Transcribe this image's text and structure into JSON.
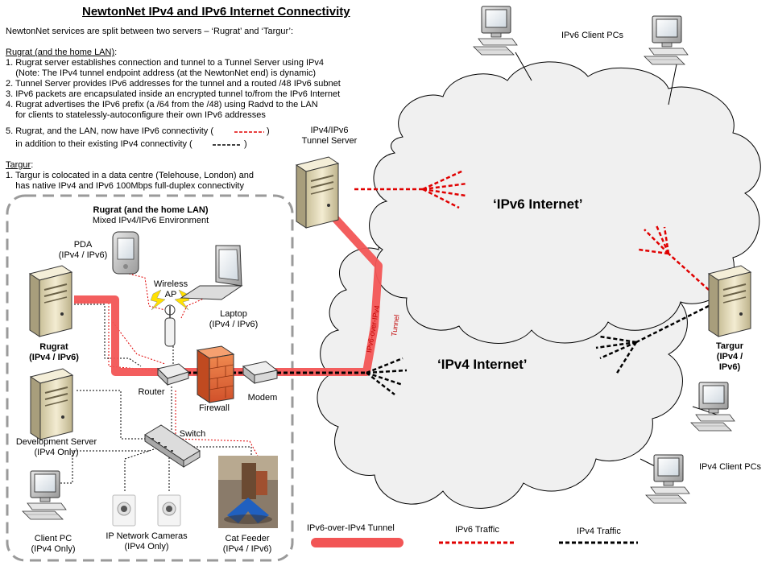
{
  "title": "NewtonNet IPv4 and IPv6 Internet Connectivity",
  "intro": "NewtonNet services are split between two servers – ‘Rugrat’ and ‘Targur’:",
  "rugrat_section": {
    "heading": "Rugrat (and the home LAN)",
    "heading_suffix": ":",
    "lines": [
      "1. Rugrat server establishes connection and tunnel to a Tunnel Server using IPv4",
      "    (Note: The IPv4 tunnel endpoint address (at the NewtonNet end) is dynamic)",
      "2. Tunnel Server provides IPv6 addresses for the tunnel and a routed /48 IPv6 subnet",
      "3. IPv6 packets are encapsulated inside an encrypted tunnel to/from the IPv6 Internet",
      "4. Rugrat advertises the IPv6 prefix (a /64 from the /48) using Radvd to the LAN",
      "    for clients to statelessly-autoconfigure their own IPv6 addresses",
      "5. Rugrat, and the LAN, now have IPv6 connectivity (",
      "    in addition to their existing IPv4 connectivity ("
    ],
    "line_closers": [
      ")",
      ")"
    ]
  },
  "targur_section": {
    "heading": "Targur",
    "heading_suffix": ":",
    "lines": [
      "1. Targur is colocated in a data centre (Telehouse, London) and",
      "    has native IPv4 and IPv6 100Mbps full-duplex connectivity"
    ]
  },
  "lan_box": {
    "title": "Rugrat (and the home LAN)",
    "subtitle": "Mixed IPv4/IPv6 Environment"
  },
  "devices": {
    "pda": "PDA\n(IPv4 / IPv6)",
    "wireless_ap": "Wireless\nAP",
    "laptop": "Laptop\n(IPv4 / IPv6)",
    "rugrat": "Rugrat\n(IPv4 / IPv6)",
    "router": "Router",
    "firewall": "Firewall",
    "modem": "Modem",
    "switch": "Switch",
    "dev_server": "Development Server\n(IPv4 Only)",
    "client_pc": "Client PC\n(IPv4 Only)",
    "cameras": "IP Network Cameras\n(IPv4 Only)",
    "cat_feeder": "Cat Feeder\n(IPv4 / IPv6)",
    "tunnel_server": "IPv4/IPv6\nTunnel Server",
    "targur": "Targur\n(IPv4 / IPv6)",
    "ipv6_clients": "IPv6 Client PCs",
    "ipv4_clients": "IPv4 Client PCs"
  },
  "clouds": {
    "ipv6": "‘IPv6 Internet’",
    "ipv4": "‘IPv4 Internet’"
  },
  "tunnel_labels": {
    "over": "IPv6-over-IPv4",
    "tunnel": "Tunnel"
  },
  "legend": {
    "tunnel": "IPv6-over-IPv4 Tunnel",
    "ipv6": "IPv6 Traffic",
    "ipv4": "IPv4 Traffic"
  },
  "colors": {
    "tunnel": "#f25555",
    "ipv6_traffic": "#e00000",
    "ipv4_traffic": "#000000",
    "cloud_fill": "#f0f0f0",
    "cloud_stroke": "#000000",
    "lan_box": "#9a9a9a",
    "server_beige": "#e8dfc0"
  },
  "icons": {
    "server": "server-tower-icon",
    "pc": "desktop-pc-icon",
    "laptop": "laptop-icon",
    "pda": "pda-icon",
    "ap": "wireless-ap-icon",
    "router": "router-icon",
    "firewall": "firewall-icon",
    "modem": "modem-icon",
    "switch": "switch-icon",
    "camera": "ip-camera-icon",
    "cat_feeder": "cat-feeder-photo"
  }
}
